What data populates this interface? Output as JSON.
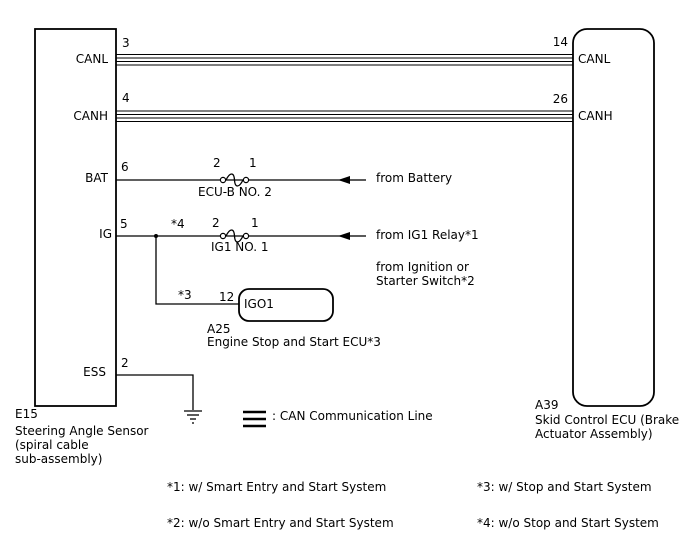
{
  "sensor": {
    "code": "E15",
    "name_lines": [
      "Steering Angle Sensor",
      "(spiral cable",
      "sub-assembly)"
    ],
    "pins": [
      {
        "label": "CANL",
        "number": "3"
      },
      {
        "label": "CANH",
        "number": "4"
      },
      {
        "label": "BAT",
        "number": "6"
      },
      {
        "label": "IG",
        "number": "5"
      },
      {
        "label": "ESS",
        "number": "2"
      }
    ]
  },
  "ecu": {
    "code": "A39",
    "name_lines": [
      "Skid Control ECU (Brake",
      "Actuator Assembly)"
    ],
    "pins": [
      {
        "label": "CANL",
        "number": "14"
      },
      {
        "label": "CANH",
        "number": "26"
      }
    ]
  },
  "fuses": [
    {
      "name": "ECU-B NO. 2",
      "pin_left": "2",
      "pin_right": "1",
      "source": "from Battery"
    },
    {
      "name": "IG1 NO. 1",
      "pin_left": "2",
      "pin_right": "1",
      "source": "from IG1 Relay*1"
    }
  ],
  "alt_source_lines": [
    "from Ignition or",
    "Starter Switch*2"
  ],
  "ig_branch_note": "*4",
  "engine_stop_ecu": {
    "code": "A25",
    "name": "Engine Stop and Start ECU*3",
    "pin_number": "12",
    "pin_label": "IGO1",
    "note": "*3"
  },
  "legend": {
    "can_line": ": CAN Communication Line"
  },
  "footnotes": [
    "*1: w/ Smart Entry and Start System",
    "*3: w/ Stop and Start System",
    "*2: w/o Smart Entry and Start System",
    "*4: w/o Stop and Start System"
  ]
}
